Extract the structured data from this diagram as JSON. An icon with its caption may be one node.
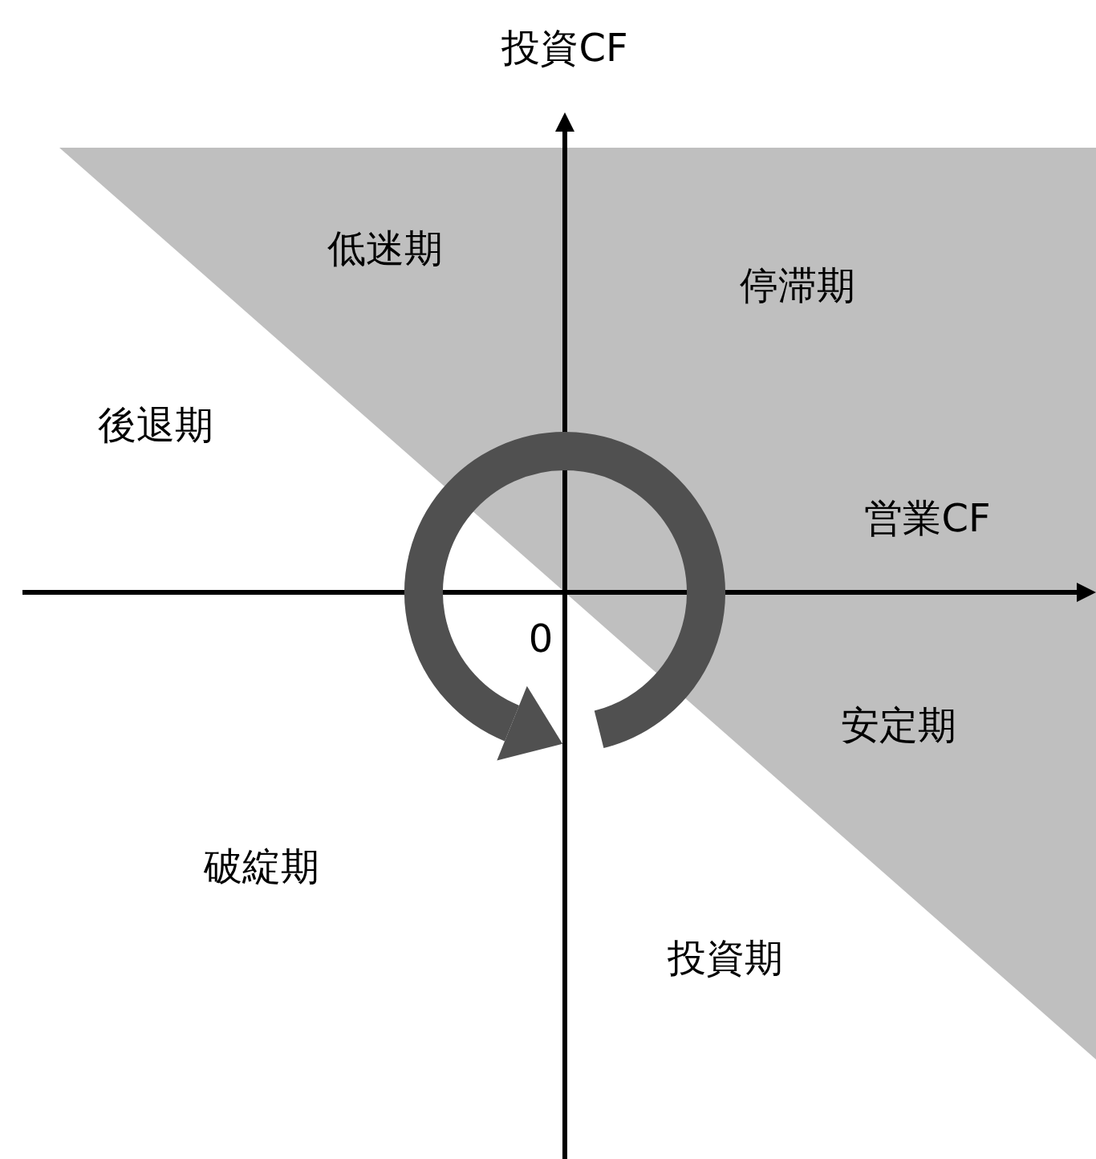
{
  "diagram": {
    "labels": [
      "投資CF",
      "低迷期",
      "停滞期",
      "後退期",
      "営業CF",
      "0",
      "安定期",
      "破綻期",
      "投資期"
    ]
  }
}
